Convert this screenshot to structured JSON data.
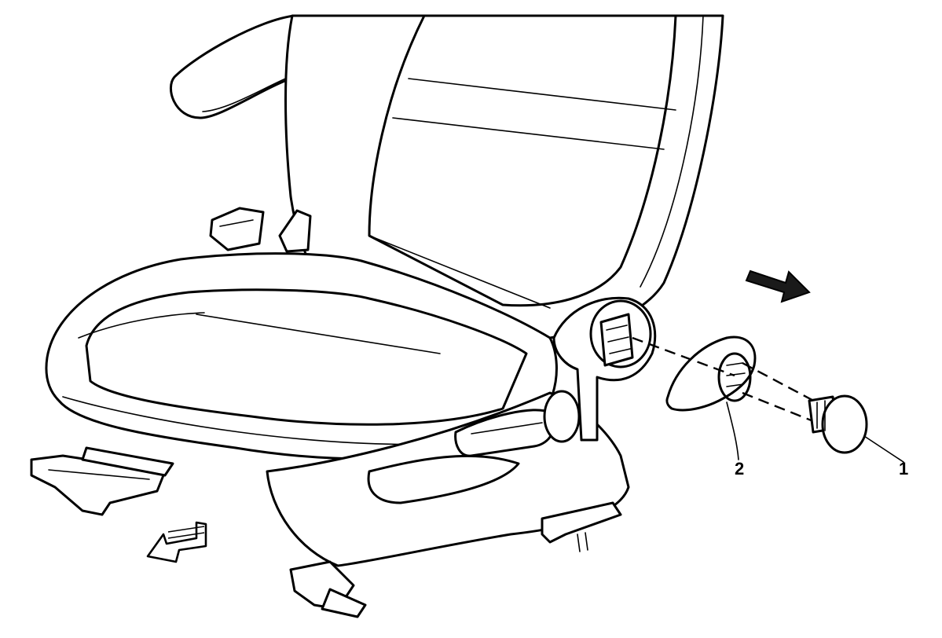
{
  "callouts": [
    {
      "id": "1",
      "label": "1"
    },
    {
      "id": "2",
      "label": "2"
    }
  ],
  "colors": {
    "line": "#000000",
    "background": "#ffffff",
    "arrow_fill": "#1a1a1a"
  }
}
